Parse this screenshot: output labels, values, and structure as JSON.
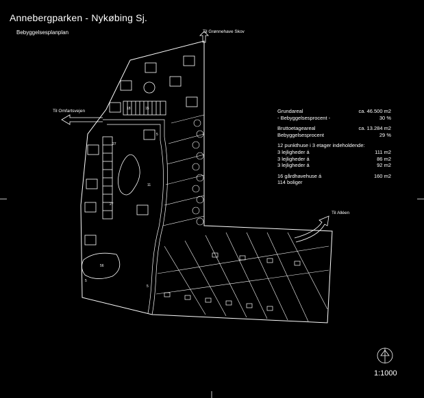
{
  "header": {
    "title": "Annebergparken - Nykøbing Sj.",
    "subtitle": "Bebyggelsesplanplan"
  },
  "labels": {
    "north": "Til Grønnehave Skov",
    "west": "Til Omfartsvejen",
    "east": "Til Alléen",
    "scale": "1:1000"
  },
  "stats": {
    "grundareal": {
      "label": "Grundareal",
      "value": "ca. 46.500 m2"
    },
    "bebyggelsesprocent_1": {
      "label": "- Bebyggelsesprocent -",
      "value": "30 %"
    },
    "bruttoetageareal": {
      "label": "Bruttoetageareal",
      "value": "ca. 13.284 m2"
    },
    "bebyggelsesprocent_2": {
      "label": "Bebyggelsesprocent",
      "value": "29 %"
    },
    "punkthuse": "12 punkthuse i 3 etager indeholdende:",
    "lejl_1": {
      "label": "3 lejligheder á",
      "value": "111 m2"
    },
    "lejl_2": {
      "label": "3 lejligheder á",
      "value": "86 m2"
    },
    "lejl_3": {
      "label": "3 lejligheder á",
      "value": "92 m2"
    },
    "gaardhavehuse": {
      "label": "16 gårdhavehuse á",
      "value": "160 m2"
    },
    "boliger": "114 boliger"
  },
  "plan": {
    "parking_numbers": [
      "18",
      "15",
      "27",
      "11",
      "27",
      "5",
      "5",
      "5"
    ],
    "lake_label": "56"
  },
  "colors": {
    "background": "#000000",
    "lines": "#ffffff"
  }
}
